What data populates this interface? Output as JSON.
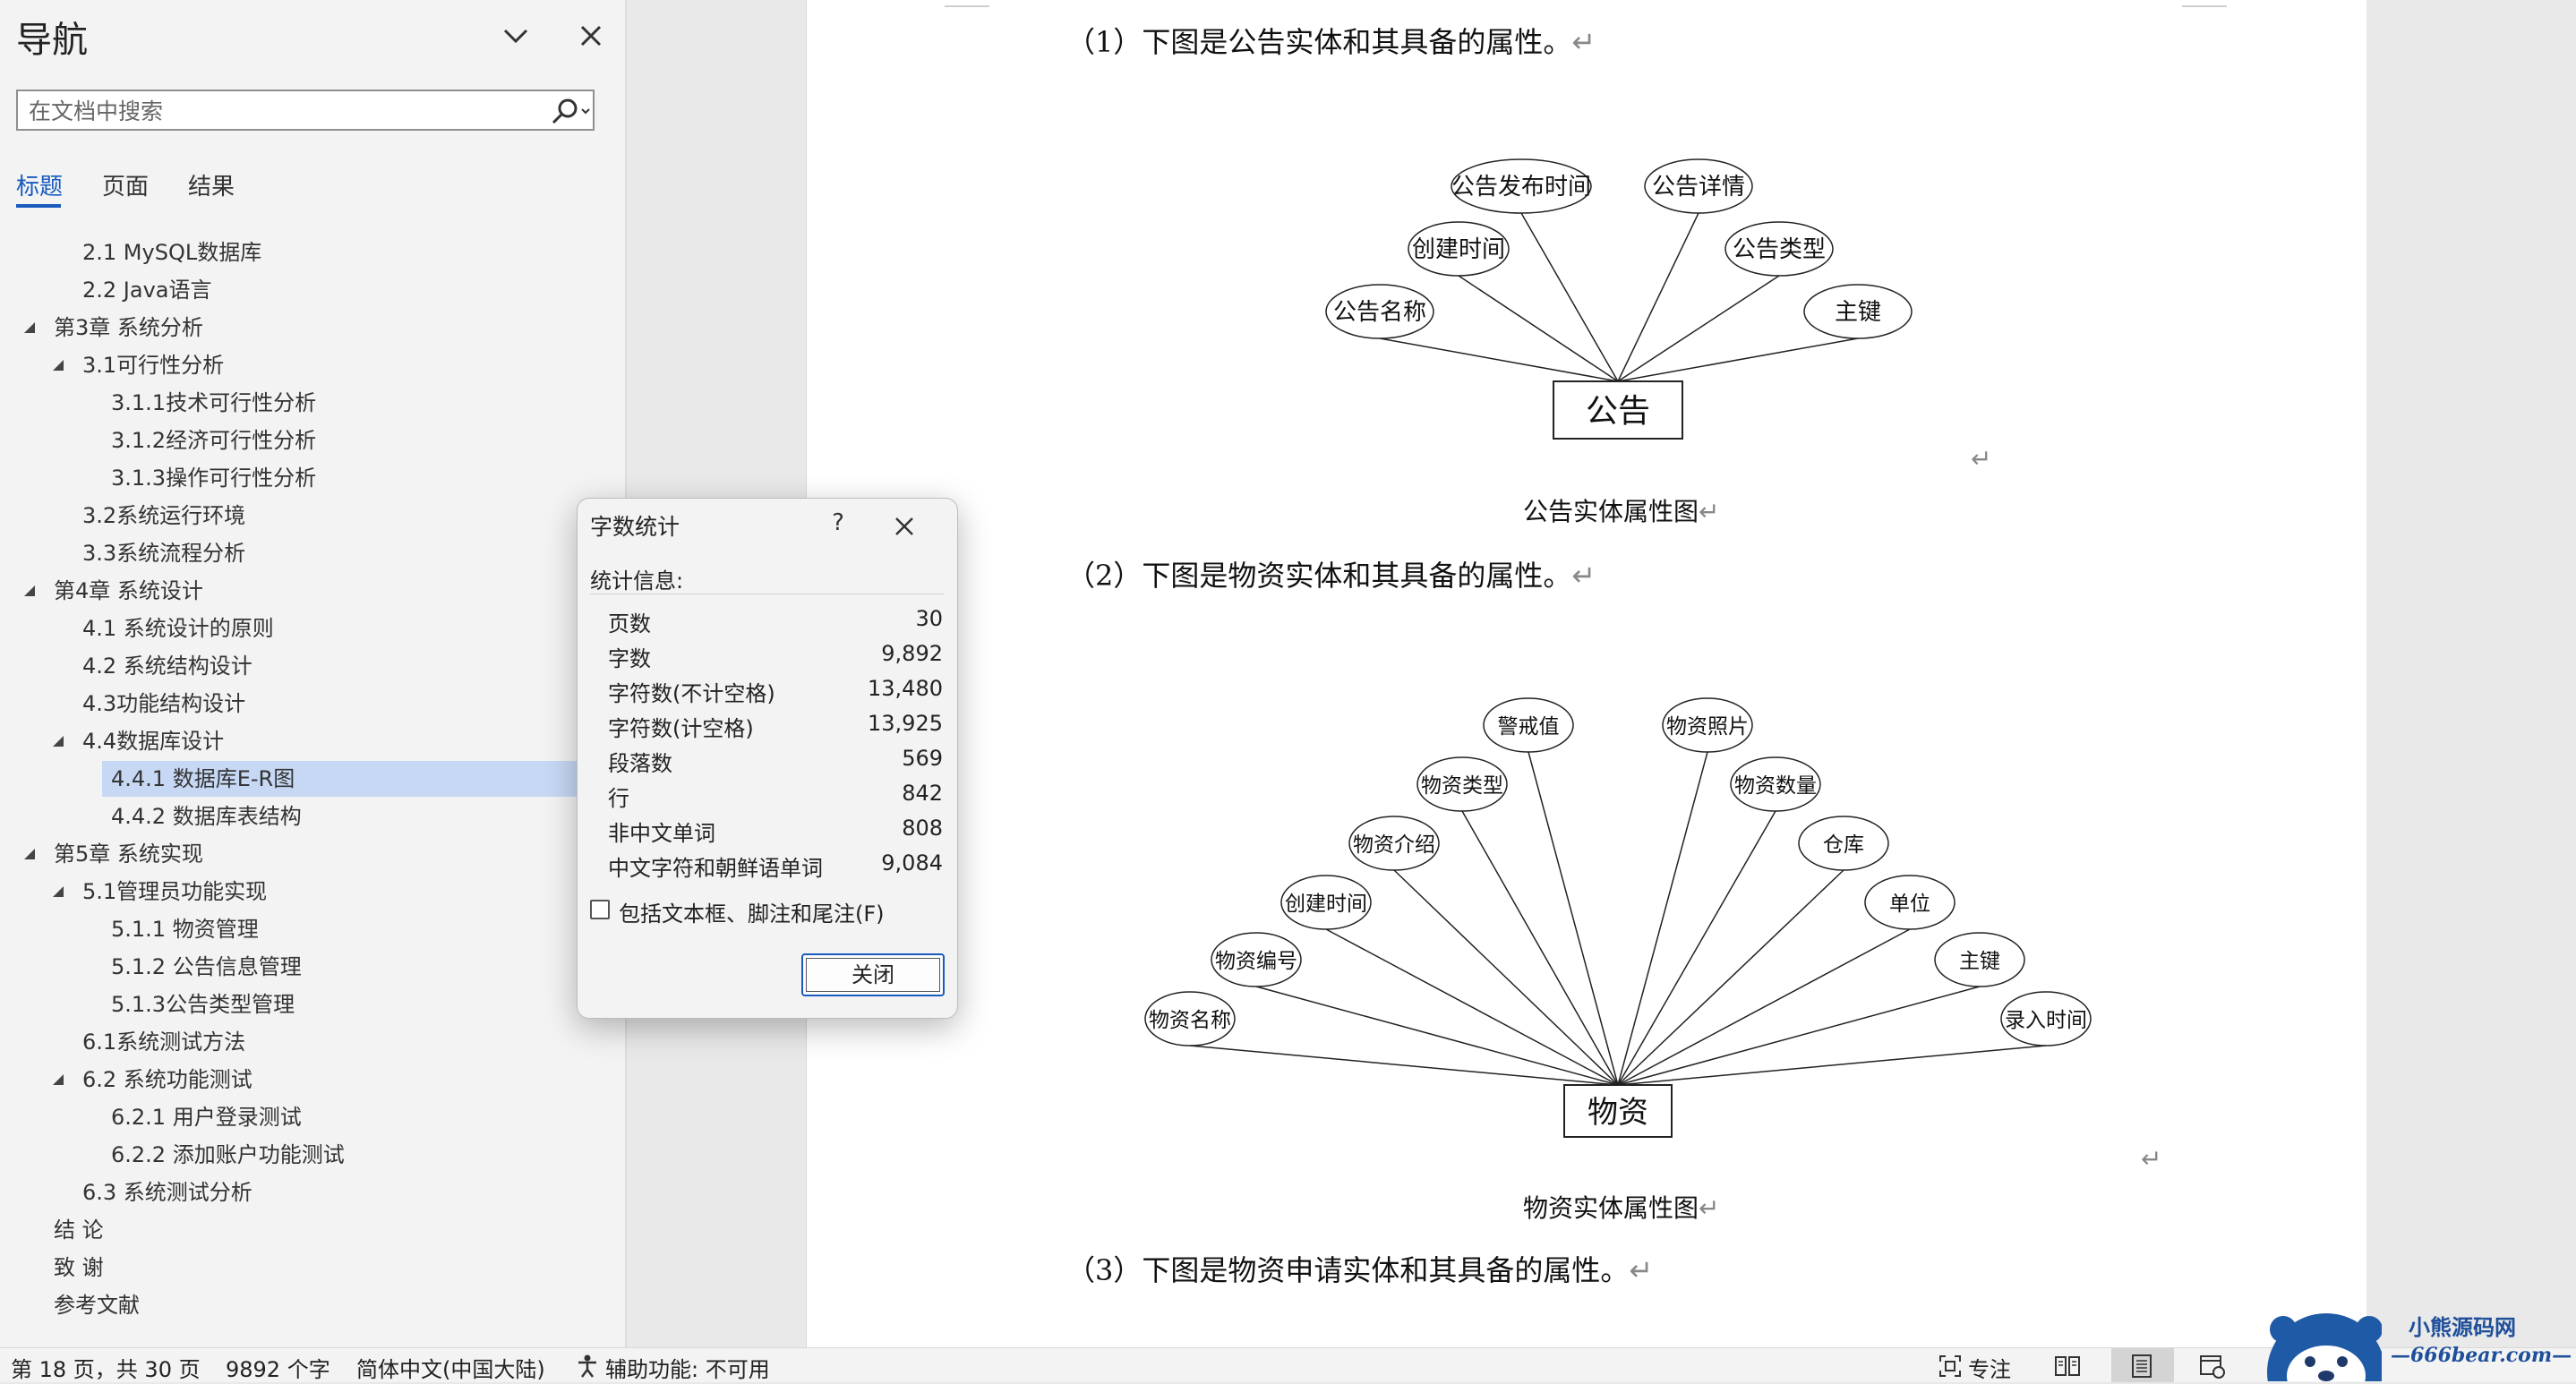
{
  "nav": {
    "title": "导航",
    "search_placeholder": "在文档中搜索",
    "tabs": [
      {
        "label": "标题",
        "active": true
      },
      {
        "label": "页面",
        "active": false
      },
      {
        "label": "结果",
        "active": false
      }
    ],
    "outline": [
      {
        "label": "2.1 MySQL数据库",
        "level": 2,
        "caret": false
      },
      {
        "label": "2.2 Java语言",
        "level": 2,
        "caret": false
      },
      {
        "label": "第3章 系统分析",
        "level": 1,
        "caret": true
      },
      {
        "label": "3.1可行性分析",
        "level": 2,
        "caret": true
      },
      {
        "label": "3.1.1技术可行性分析",
        "level": 3,
        "caret": false
      },
      {
        "label": "3.1.2经济可行性分析",
        "level": 3,
        "caret": false
      },
      {
        "label": "3.1.3操作可行性分析",
        "level": 3,
        "caret": false
      },
      {
        "label": "3.2系统运行环境",
        "level": 2,
        "caret": false
      },
      {
        "label": "3.3系统流程分析",
        "level": 2,
        "caret": false
      },
      {
        "label": "第4章 系统设计",
        "level": 1,
        "caret": true
      },
      {
        "label": "4.1 系统设计的原则",
        "level": 2,
        "caret": false
      },
      {
        "label": "4.2 系统结构设计",
        "level": 2,
        "caret": false
      },
      {
        "label": "4.3功能结构设计",
        "level": 2,
        "caret": false
      },
      {
        "label": "4.4数据库设计",
        "level": 2,
        "caret": true
      },
      {
        "label": "4.4.1 数据库E-R图",
        "level": 3,
        "caret": false,
        "selected": true
      },
      {
        "label": "4.4.2 数据库表结构",
        "level": 3,
        "caret": false
      },
      {
        "label": "第5章 系统实现",
        "level": 1,
        "caret": true
      },
      {
        "label": "5.1管理员功能实现",
        "level": 2,
        "caret": true
      },
      {
        "label": "5.1.1 物资管理",
        "level": 3,
        "caret": false
      },
      {
        "label": "5.1.2 公告信息管理",
        "level": 3,
        "caret": false
      },
      {
        "label": "5.1.3公告类型管理",
        "level": 3,
        "caret": false
      },
      {
        "label": "6.1系统测试方法",
        "level": 2,
        "caret": false
      },
      {
        "label": "6.2 系统功能测试",
        "level": 2,
        "caret": true
      },
      {
        "label": "6.2.1 用户登录测试",
        "level": 3,
        "caret": false
      },
      {
        "label": "6.2.2 添加账户功能测试",
        "level": 3,
        "caret": false
      },
      {
        "label": "6.3 系统测试分析",
        "level": 2,
        "caret": false
      },
      {
        "label": "结 论",
        "level": 1,
        "caret": false
      },
      {
        "label": "致 谢",
        "level": 1,
        "caret": false
      },
      {
        "label": "参考文献",
        "level": 1,
        "caret": false
      }
    ]
  },
  "document": {
    "para1": "（1）下图是公告实体和其具备的属性。",
    "diagram1": {
      "entity": "公告",
      "attributes": [
        "公告名称",
        "创建时间",
        "公告发布时间",
        "公告详情",
        "公告类型",
        "主键"
      ]
    },
    "caption1": "公告实体属性图",
    "para2": "（2）下图是物资实体和其具备的属性。",
    "diagram2": {
      "entity": "物资",
      "attributes": [
        "物资名称",
        "物资编号",
        "创建时间",
        "物资介绍",
        "物资类型",
        "警戒值",
        "物资照片",
        "物资数量",
        "仓库",
        "单位",
        "主键",
        "录入时间"
      ]
    },
    "caption2": "物资实体属性图",
    "para3": "（3）下图是物资申请实体和其具备的属性。",
    "para_mark": "↵"
  },
  "dialog": {
    "title": "字数统计",
    "help": "?",
    "section": "统计信息:",
    "stats": [
      {
        "label": "页数",
        "value": "30"
      },
      {
        "label": "字数",
        "value": "9,892"
      },
      {
        "label": "字符数(不计空格)",
        "value": "13,480"
      },
      {
        "label": "字符数(计空格)",
        "value": "13,925"
      },
      {
        "label": "段落数",
        "value": "569"
      },
      {
        "label": "行",
        "value": "842"
      },
      {
        "label": "非中文单词",
        "value": "808"
      },
      {
        "label": "中文字符和朝鲜语单词",
        "value": "9,084"
      }
    ],
    "checkbox_label": "包括文本框、脚注和尾注(F)",
    "checkbox_checked": false,
    "close_button": "关闭"
  },
  "status": {
    "page": "第 18 页，共 30 页",
    "words": "9892 个字",
    "language": "简体中文(中国大陆)",
    "accessibility": "辅助功能: 不可用",
    "focus": "专注"
  },
  "watermark": {
    "brand": "小熊源码网",
    "site": "—666bear.com—"
  },
  "colors": {
    "accent": "#185abd",
    "selected_row": "#c7d8f5"
  }
}
